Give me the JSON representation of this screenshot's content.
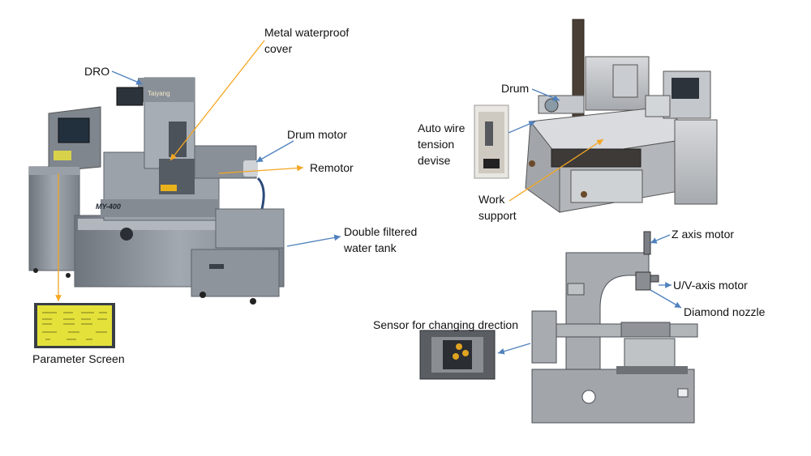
{
  "labels": {
    "dro": "DRO",
    "metal_cover": "Metal waterproof cover",
    "drum_motor": "Drum motor",
    "remotor": "Remotor",
    "water_tank": "Double filtered water tank",
    "parameter_screen": "Parameter Screen",
    "drum": "Drum",
    "auto_wire": "Auto wire tension devise",
    "work_support": "Work support",
    "z_axis_motor": "Z axis motor",
    "uv_axis_motor": "U/V-axis motor",
    "diamond_nozzle": "Diamond nozzle",
    "sensor": "Sensor for changing drection"
  },
  "machine_badge": "MY-400",
  "logo_text": "Taiyang",
  "colors": {
    "blue_arrow": "#4f81bd",
    "orange_arrow": "#f5a623",
    "machine_body": "#8f96a0",
    "machine_dark": "#3a3f46",
    "screen_yellow": "#e4e23a",
    "cad_gray": "#9ea3a8"
  }
}
